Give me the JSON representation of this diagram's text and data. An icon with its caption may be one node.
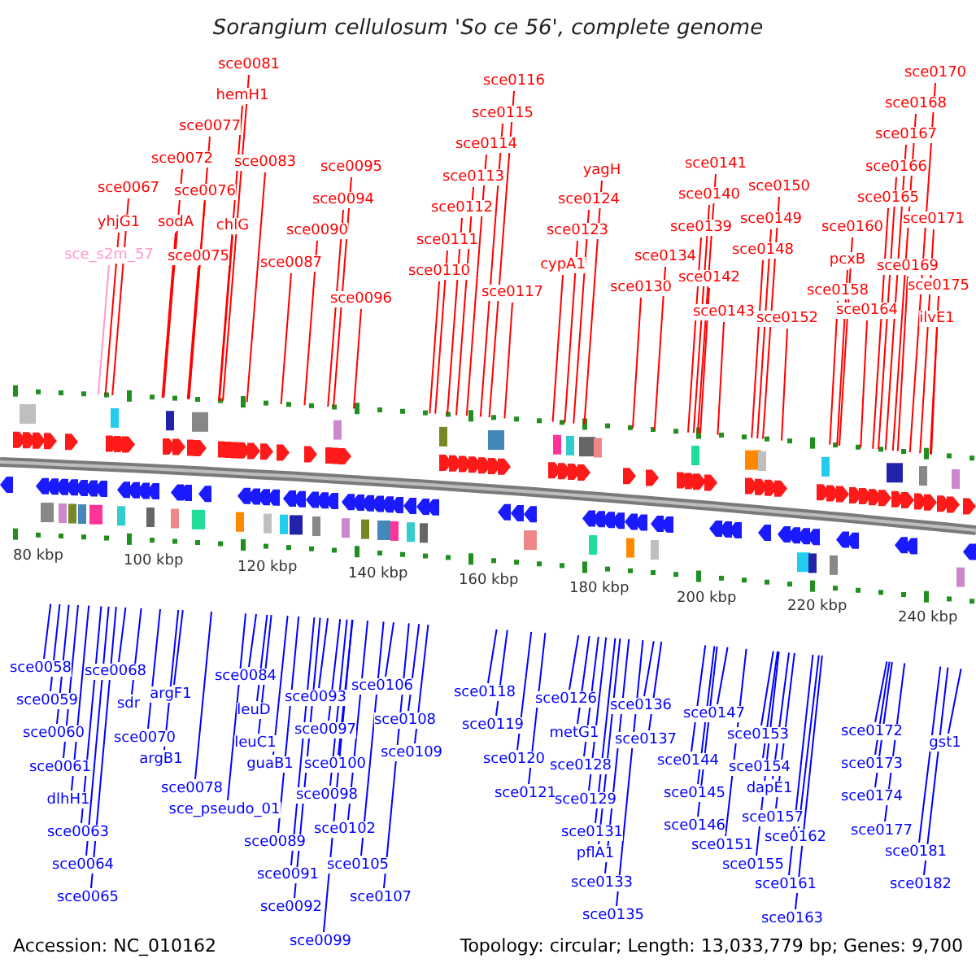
{
  "diagram": {
    "title": "Sorangium cellulosum 'So ce 56', complete genome",
    "nodes": [
      {
        "text": [
          "sce_s2m_57"
        ]
      },
      {
        "text": [
          "sce0067"
        ]
      },
      {
        "text": [
          "yhjG1"
        ]
      },
      {
        "text": [
          "sce0072"
        ]
      },
      {
        "text": [
          "sodA"
        ]
      },
      {
        "text": [
          "sce0077"
        ]
      },
      {
        "text": [
          "sce0076"
        ]
      },
      {
        "text": [
          "sce0075"
        ]
      },
      {
        "text": [
          "sce0081"
        ]
      },
      {
        "text": [
          "hemH1"
        ]
      },
      {
        "text": [
          "chlG"
        ]
      },
      {
        "text": [
          "sce0083"
        ]
      },
      {
        "text": [
          "sce0087"
        ]
      },
      {
        "text": [
          "sce0090"
        ]
      },
      {
        "text": [
          "sce0094"
        ]
      },
      {
        "text": [
          "sce0095"
        ]
      },
      {
        "text": [
          "sce0096"
        ]
      },
      {
        "text": [
          "sce0110"
        ]
      },
      {
        "text": [
          "sce0111"
        ]
      },
      {
        "text": [
          "sce0112"
        ]
      },
      {
        "text": [
          "sce0113"
        ]
      },
      {
        "text": [
          "sce0114"
        ]
      },
      {
        "text": [
          "sce0115"
        ]
      },
      {
        "text": [
          "sce0116"
        ]
      },
      {
        "text": [
          "sce0117"
        ]
      },
      {
        "text": [
          "cypA1"
        ]
      },
      {
        "text": [
          "sce0123"
        ]
      },
      {
        "text": [
          "sce0124"
        ]
      },
      {
        "text": [
          "yagH"
        ]
      },
      {
        "text": [
          "sce0130"
        ]
      },
      {
        "text": [
          "sce0134"
        ]
      },
      {
        "text": [
          "sce0139"
        ]
      },
      {
        "text": [
          "sce0140"
        ]
      },
      {
        "text": [
          "sce0141"
        ]
      },
      {
        "text": [
          "sce0142"
        ]
      },
      {
        "text": [
          "sce0143"
        ]
      },
      {
        "text": [
          "sce0148"
        ]
      },
      {
        "text": [
          "sce0149"
        ]
      },
      {
        "text": [
          "sce0150"
        ]
      },
      {
        "text": [
          "sce0152"
        ]
      },
      {
        "text": [
          "sce0158"
        ]
      },
      {
        "text": [
          "pcxB"
        ]
      },
      {
        "text": [
          "sce0160"
        ]
      },
      {
        "text": [
          "sce0164"
        ]
      },
      {
        "text": [
          "sce0165"
        ]
      },
      {
        "text": [
          "sce0166"
        ]
      },
      {
        "text": [
          "sce0167"
        ]
      },
      {
        "text": [
          "sce0168"
        ]
      },
      {
        "text": [
          "sce0169"
        ]
      },
      {
        "text": [
          "sce0170"
        ]
      },
      {
        "text": [
          "sce0171"
        ]
      },
      {
        "text": [
          "sce0175"
        ]
      },
      {
        "text": [
          "ilvE1"
        ]
      },
      {
        "text": [
          "sce0058"
        ]
      },
      {
        "text": [
          "sce0059"
        ]
      },
      {
        "text": [
          "sce0060"
        ]
      },
      {
        "text": [
          "sce0061"
        ]
      },
      {
        "text": [
          "dlhH1"
        ]
      },
      {
        "text": [
          "sce0063"
        ]
      },
      {
        "text": [
          "sce0064"
        ]
      },
      {
        "text": [
          "sce0065"
        ]
      },
      {
        "text": [
          "sce0068"
        ]
      },
      {
        "text": [
          "sdr"
        ]
      },
      {
        "text": [
          "sce0070"
        ]
      },
      {
        "text": [
          "argF1"
        ]
      },
      {
        "text": [
          "argB1"
        ]
      },
      {
        "text": [
          "sce0078"
        ]
      },
      {
        "text": [
          "sce_pseudo_01"
        ]
      },
      {
        "text": [
          "sce0084"
        ]
      },
      {
        "text": [
          "leuD"
        ]
      },
      {
        "text": [
          "leuC1"
        ]
      },
      {
        "text": [
          "guaB1"
        ]
      },
      {
        "text": [
          "sce0089"
        ]
      },
      {
        "text": [
          "sce0091"
        ]
      },
      {
        "text": [
          "sce0092"
        ]
      },
      {
        "text": [
          "sce0093"
        ]
      },
      {
        "text": [
          "sce0097"
        ]
      },
      {
        "text": [
          "sce0100"
        ]
      },
      {
        "text": [
          "sce0098"
        ]
      },
      {
        "text": [
          "sce0099"
        ]
      },
      {
        "text": [
          "sce0102"
        ]
      },
      {
        "text": [
          "sce0105"
        ]
      },
      {
        "text": [
          "sce0106"
        ]
      },
      {
        "text": [
          "sce0107"
        ]
      },
      {
        "text": [
          "sce0108"
        ]
      },
      {
        "text": [
          "sce0109"
        ]
      },
      {
        "text": [
          "sce0118"
        ]
      },
      {
        "text": [
          "sce0119"
        ]
      },
      {
        "text": [
          "sce0120"
        ]
      },
      {
        "text": [
          "sce0121"
        ]
      },
      {
        "text": [
          "sce0126"
        ]
      },
      {
        "text": [
          "metG1"
        ]
      },
      {
        "text": [
          "sce0128"
        ]
      },
      {
        "text": [
          "sce0129"
        ]
      },
      {
        "text": [
          "sce0131"
        ]
      },
      {
        "text": [
          "pflA1"
        ]
      },
      {
        "text": [
          "sce0133"
        ]
      },
      {
        "text": [
          "sce0135"
        ]
      },
      {
        "text": [
          "sce0136"
        ]
      },
      {
        "text": [
          "sce0137"
        ]
      },
      {
        "text": [
          "sce0144"
        ]
      },
      {
        "text": [
          "sce0145"
        ]
      },
      {
        "text": [
          "sce0146"
        ]
      },
      {
        "text": [
          "sce0147"
        ]
      },
      {
        "text": [
          "sce0151"
        ]
      },
      {
        "text": [
          "sce0153"
        ]
      },
      {
        "text": [
          "sce0154"
        ]
      },
      {
        "text": [
          "dapE1"
        ]
      },
      {
        "text": [
          "sce0157"
        ]
      },
      {
        "text": [
          "sce0155"
        ]
      },
      {
        "text": [
          "sce0162"
        ]
      },
      {
        "text": [
          "sce0161"
        ]
      },
      {
        "text": [
          "sce0163"
        ]
      },
      {
        "text": [
          "sce0172"
        ]
      },
      {
        "text": [
          "sce0173"
        ]
      },
      {
        "text": [
          "sce0174"
        ]
      },
      {
        "text": [
          "sce0177"
        ]
      },
      {
        "text": [
          "gst1"
        ]
      },
      {
        "text": [
          "sce0181"
        ]
      },
      {
        "text": [
          "sce0182"
        ]
      }
    ],
    "edges": [
      {
        "from": 0,
        "to": null,
        "arrow": "none",
        "color": "#ff99cc"
      },
      {
        "from": 1,
        "to": null,
        "arrow": "none",
        "color": "#ff0000"
      },
      {
        "from": 2,
        "to": null,
        "arrow": "none",
        "color": "#ff0000"
      },
      {
        "from": 3,
        "to": null,
        "arrow": "none",
        "color": "#ff0000"
      },
      {
        "from": 4,
        "to": null,
        "arrow": "none",
        "color": "#ff0000"
      },
      {
        "from": 5,
        "to": null,
        "arrow": "none",
        "color": "#ff0000"
      },
      {
        "from": 6,
        "to": null,
        "arrow": "none",
        "color": "#ff0000"
      },
      {
        "from": 7,
        "to": null,
        "arrow": "none",
        "color": "#ff0000"
      },
      {
        "from": 8,
        "to": null,
        "arrow": "none",
        "color": "#ff0000"
      },
      {
        "from": 9,
        "to": null,
        "arrow": "none",
        "color": "#ff0000"
      },
      {
        "from": 10,
        "to": null,
        "arrow": "none",
        "color": "#ff0000"
      },
      {
        "from": 11,
        "to": null,
        "arrow": "none",
        "color": "#ff0000"
      },
      {
        "from": 12,
        "to": null,
        "arrow": "none",
        "color": "#ff0000"
      },
      {
        "from": 13,
        "to": null,
        "arrow": "none",
        "color": "#ff0000"
      },
      {
        "from": 14,
        "to": null,
        "arrow": "none",
        "color": "#ff0000"
      },
      {
        "from": 15,
        "to": null,
        "arrow": "none",
        "color": "#ff0000"
      },
      {
        "from": 16,
        "to": null,
        "arrow": "none",
        "color": "#ff0000"
      },
      {
        "from": 17,
        "to": null,
        "arrow": "none",
        "color": "#ff0000"
      },
      {
        "from": 18,
        "to": null,
        "arrow": "none",
        "color": "#ff0000"
      },
      {
        "from": 19,
        "to": null,
        "arrow": "none",
        "color": "#ff0000"
      },
      {
        "from": 20,
        "to": null,
        "arrow": "none",
        "color": "#ff0000"
      },
      {
        "from": 21,
        "to": null,
        "arrow": "none",
        "color": "#ff0000"
      },
      {
        "from": 22,
        "to": null,
        "arrow": "none",
        "color": "#ff0000"
      },
      {
        "from": 23,
        "to": null,
        "arrow": "none",
        "color": "#ff0000"
      },
      {
        "from": 24,
        "to": null,
        "arrow": "none",
        "color": "#ff0000"
      },
      {
        "from": 25,
        "to": null,
        "arrow": "none",
        "color": "#ff0000"
      },
      {
        "from": 26,
        "to": null,
        "arrow": "none",
        "color": "#ff0000"
      },
      {
        "from": 27,
        "to": null,
        "arrow": "none",
        "color": "#ff0000"
      },
      {
        "from": 28,
        "to": null,
        "arrow": "none",
        "color": "#ff0000"
      },
      {
        "from": 29,
        "to": null,
        "arrow": "none",
        "color": "#ff0000"
      },
      {
        "from": 30,
        "to": null,
        "arrow": "none",
        "color": "#ff0000"
      },
      {
        "from": 31,
        "to": null,
        "arrow": "none",
        "color": "#ff0000"
      },
      {
        "from": 32,
        "to": null,
        "arrow": "none",
        "color": "#ff0000"
      },
      {
        "from": 33,
        "to": null,
        "arrow": "none",
        "color": "#ff0000"
      },
      {
        "from": 34,
        "to": null,
        "arrow": "none",
        "color": "#ff0000"
      },
      {
        "from": 35,
        "to": null,
        "arrow": "none",
        "color": "#ff0000"
      },
      {
        "from": 36,
        "to": null,
        "arrow": "none",
        "color": "#ff0000"
      },
      {
        "from": 37,
        "to": null,
        "arrow": "none",
        "color": "#ff0000"
      },
      {
        "from": 38,
        "to": null,
        "arrow": "none",
        "color": "#ff0000"
      },
      {
        "from": 39,
        "to": null,
        "arrow": "none",
        "color": "#ff0000"
      },
      {
        "from": 40,
        "to": null,
        "arrow": "none",
        "color": "#ff0000"
      },
      {
        "from": 41,
        "to": null,
        "arrow": "none",
        "color": "#ff0000"
      },
      {
        "from": 42,
        "to": null,
        "arrow": "none",
        "color": "#ff0000"
      },
      {
        "from": 43,
        "to": null,
        "arrow": "none",
        "color": "#ff0000"
      },
      {
        "from": 44,
        "to": null,
        "arrow": "none",
        "color": "#ff0000"
      },
      {
        "from": 45,
        "to": null,
        "arrow": "none",
        "color": "#ff0000"
      },
      {
        "from": 46,
        "to": null,
        "arrow": "none",
        "color": "#ff0000"
      },
      {
        "from": 47,
        "to": null,
        "arrow": "none",
        "color": "#ff0000"
      },
      {
        "from": 48,
        "to": null,
        "arrow": "none",
        "color": "#ff0000"
      },
      {
        "from": 49,
        "to": null,
        "arrow": "none",
        "color": "#ff0000"
      },
      {
        "from": 50,
        "to": null,
        "arrow": "none",
        "color": "#ff0000"
      },
      {
        "from": 51,
        "to": null,
        "arrow": "none",
        "color": "#ff0000"
      },
      {
        "from": 52,
        "to": null,
        "arrow": "none",
        "color": "#ff0000"
      },
      {
        "from": 53,
        "to": null,
        "arrow": "none"
      },
      {
        "from": 54,
        "to": null,
        "arrow": "none"
      },
      {
        "from": 55,
        "to": null,
        "arrow": "none"
      },
      {
        "from": 56,
        "to": null,
        "arrow": "none"
      },
      {
        "from": 57,
        "to": null,
        "arrow": "none"
      },
      {
        "from": 58,
        "to": null,
        "arrow": "none"
      },
      {
        "from": 59,
        "to": null,
        "arrow": "none"
      },
      {
        "from": 60,
        "to": null,
        "arrow": "none"
      },
      {
        "from": 61,
        "to": null,
        "arrow": "none"
      },
      {
        "from": 62,
        "to": null,
        "arrow": "none"
      },
      {
        "from": 63,
        "to": null,
        "arrow": "none"
      },
      {
        "from": 64,
        "to": null,
        "arrow": "none"
      },
      {
        "from": 65,
        "to": null,
        "arrow": "none"
      },
      {
        "from": 66,
        "to": null,
        "arrow": "none"
      },
      {
        "from": 67,
        "to": null,
        "arrow": "none"
      },
      {
        "from": 68,
        "to": null,
        "arrow": "none"
      },
      {
        "from": 69,
        "to": null,
        "arrow": "none"
      },
      {
        "from": 70,
        "to": null,
        "arrow": "none"
      },
      {
        "from": 71,
        "to": null,
        "arrow": "none"
      },
      {
        "from": 72,
        "to": null,
        "arrow": "none"
      },
      {
        "from": 73,
        "to": null,
        "arrow": "none"
      },
      {
        "from": 74,
        "to": null,
        "arrow": "none"
      },
      {
        "from": 75,
        "to": null,
        "arrow": "none"
      },
      {
        "from": 76,
        "to": null,
        "arrow": "none"
      },
      {
        "from": 77,
        "to": null,
        "arrow": "none"
      },
      {
        "from": 78,
        "to": null,
        "arrow": "none"
      },
      {
        "from": 79,
        "to": null,
        "arrow": "none"
      },
      {
        "from": 80,
        "to": null,
        "arrow": "none"
      },
      {
        "from": 81,
        "to": null,
        "arrow": "none"
      },
      {
        "from": 82,
        "to": null,
        "arrow": "none"
      },
      {
        "from": 83,
        "to": null,
        "arrow": "none"
      },
      {
        "from": 84,
        "to": null,
        "arrow": "none"
      },
      {
        "from": 85,
        "to": null,
        "arrow": "none"
      },
      {
        "from": 86,
        "to": null,
        "arrow": "none"
      },
      {
        "from": 87,
        "to": null,
        "arrow": "none"
      },
      {
        "from": 88,
        "to": null,
        "arrow": "none"
      },
      {
        "from": 89,
        "to": null,
        "arrow": "none"
      },
      {
        "from": 90,
        "to": null,
        "arrow": "none"
      },
      {
        "from": 91,
        "to": null,
        "arrow": "none"
      },
      {
        "from": 92,
        "to": null,
        "arrow": "none"
      },
      {
        "from": 93,
        "to": null,
        "arrow": "none"
      },
      {
        "from": 94,
        "to": null,
        "arrow": "none"
      },
      {
        "from": 95,
        "to": null,
        "arrow": "none"
      },
      {
        "from": 96,
        "to": null,
        "arrow": "none"
      },
      {
        "from": 97,
        "to": null,
        "arrow": "none"
      },
      {
        "from": 98,
        "to": null,
        "arrow": "none"
      },
      {
        "from": 99,
        "to": null,
        "arrow": "none"
      },
      {
        "from": 100,
        "to": null,
        "arrow": "none"
      },
      {
        "from": 101,
        "to": null,
        "arrow": "none"
      },
      {
        "from": 102,
        "to": null,
        "arrow": "none"
      },
      {
        "from": 103,
        "to": null,
        "arrow": "none"
      },
      {
        "from": 104,
        "to": null,
        "arrow": "none"
      },
      {
        "from": 105,
        "to": null,
        "arrow": "none"
      },
      {
        "from": 106,
        "to": null,
        "arrow": "none"
      },
      {
        "from": 107,
        "to": null,
        "arrow": "none"
      },
      {
        "from": 108,
        "to": null,
        "arrow": "none"
      },
      {
        "from": 109,
        "to": null,
        "arrow": "none"
      },
      {
        "from": 110,
        "to": null,
        "arrow": "none"
      },
      {
        "from": 111,
        "to": null,
        "arrow": "none"
      },
      {
        "from": 112,
        "to": null,
        "arrow": "none"
      },
      {
        "from": 113,
        "to": null,
        "arrow": "none"
      },
      {
        "from": 114,
        "to": null,
        "arrow": "none"
      },
      {
        "from": 115,
        "to": null,
        "arrow": "none"
      },
      {
        "from": 116,
        "to": null,
        "arrow": "none"
      },
      {
        "from": 117,
        "to": null,
        "arrow": "none"
      },
      {
        "from": 118,
        "to": null,
        "arrow": "none"
      },
      {
        "from": 119,
        "to": null,
        "arrow": "none"
      }
    ],
    "labels": [
      "80 kbp",
      "100 kbp",
      "120 kbp",
      "140 kbp",
      "160 kbp",
      "180 kbp",
      "200 kbp",
      "220 kbp",
      "240 kbp",
      "Accession: NC_010162",
      "Topology: circular; Length: 13,033,779 bp; Genes: 9,700"
    ]
  }
}
